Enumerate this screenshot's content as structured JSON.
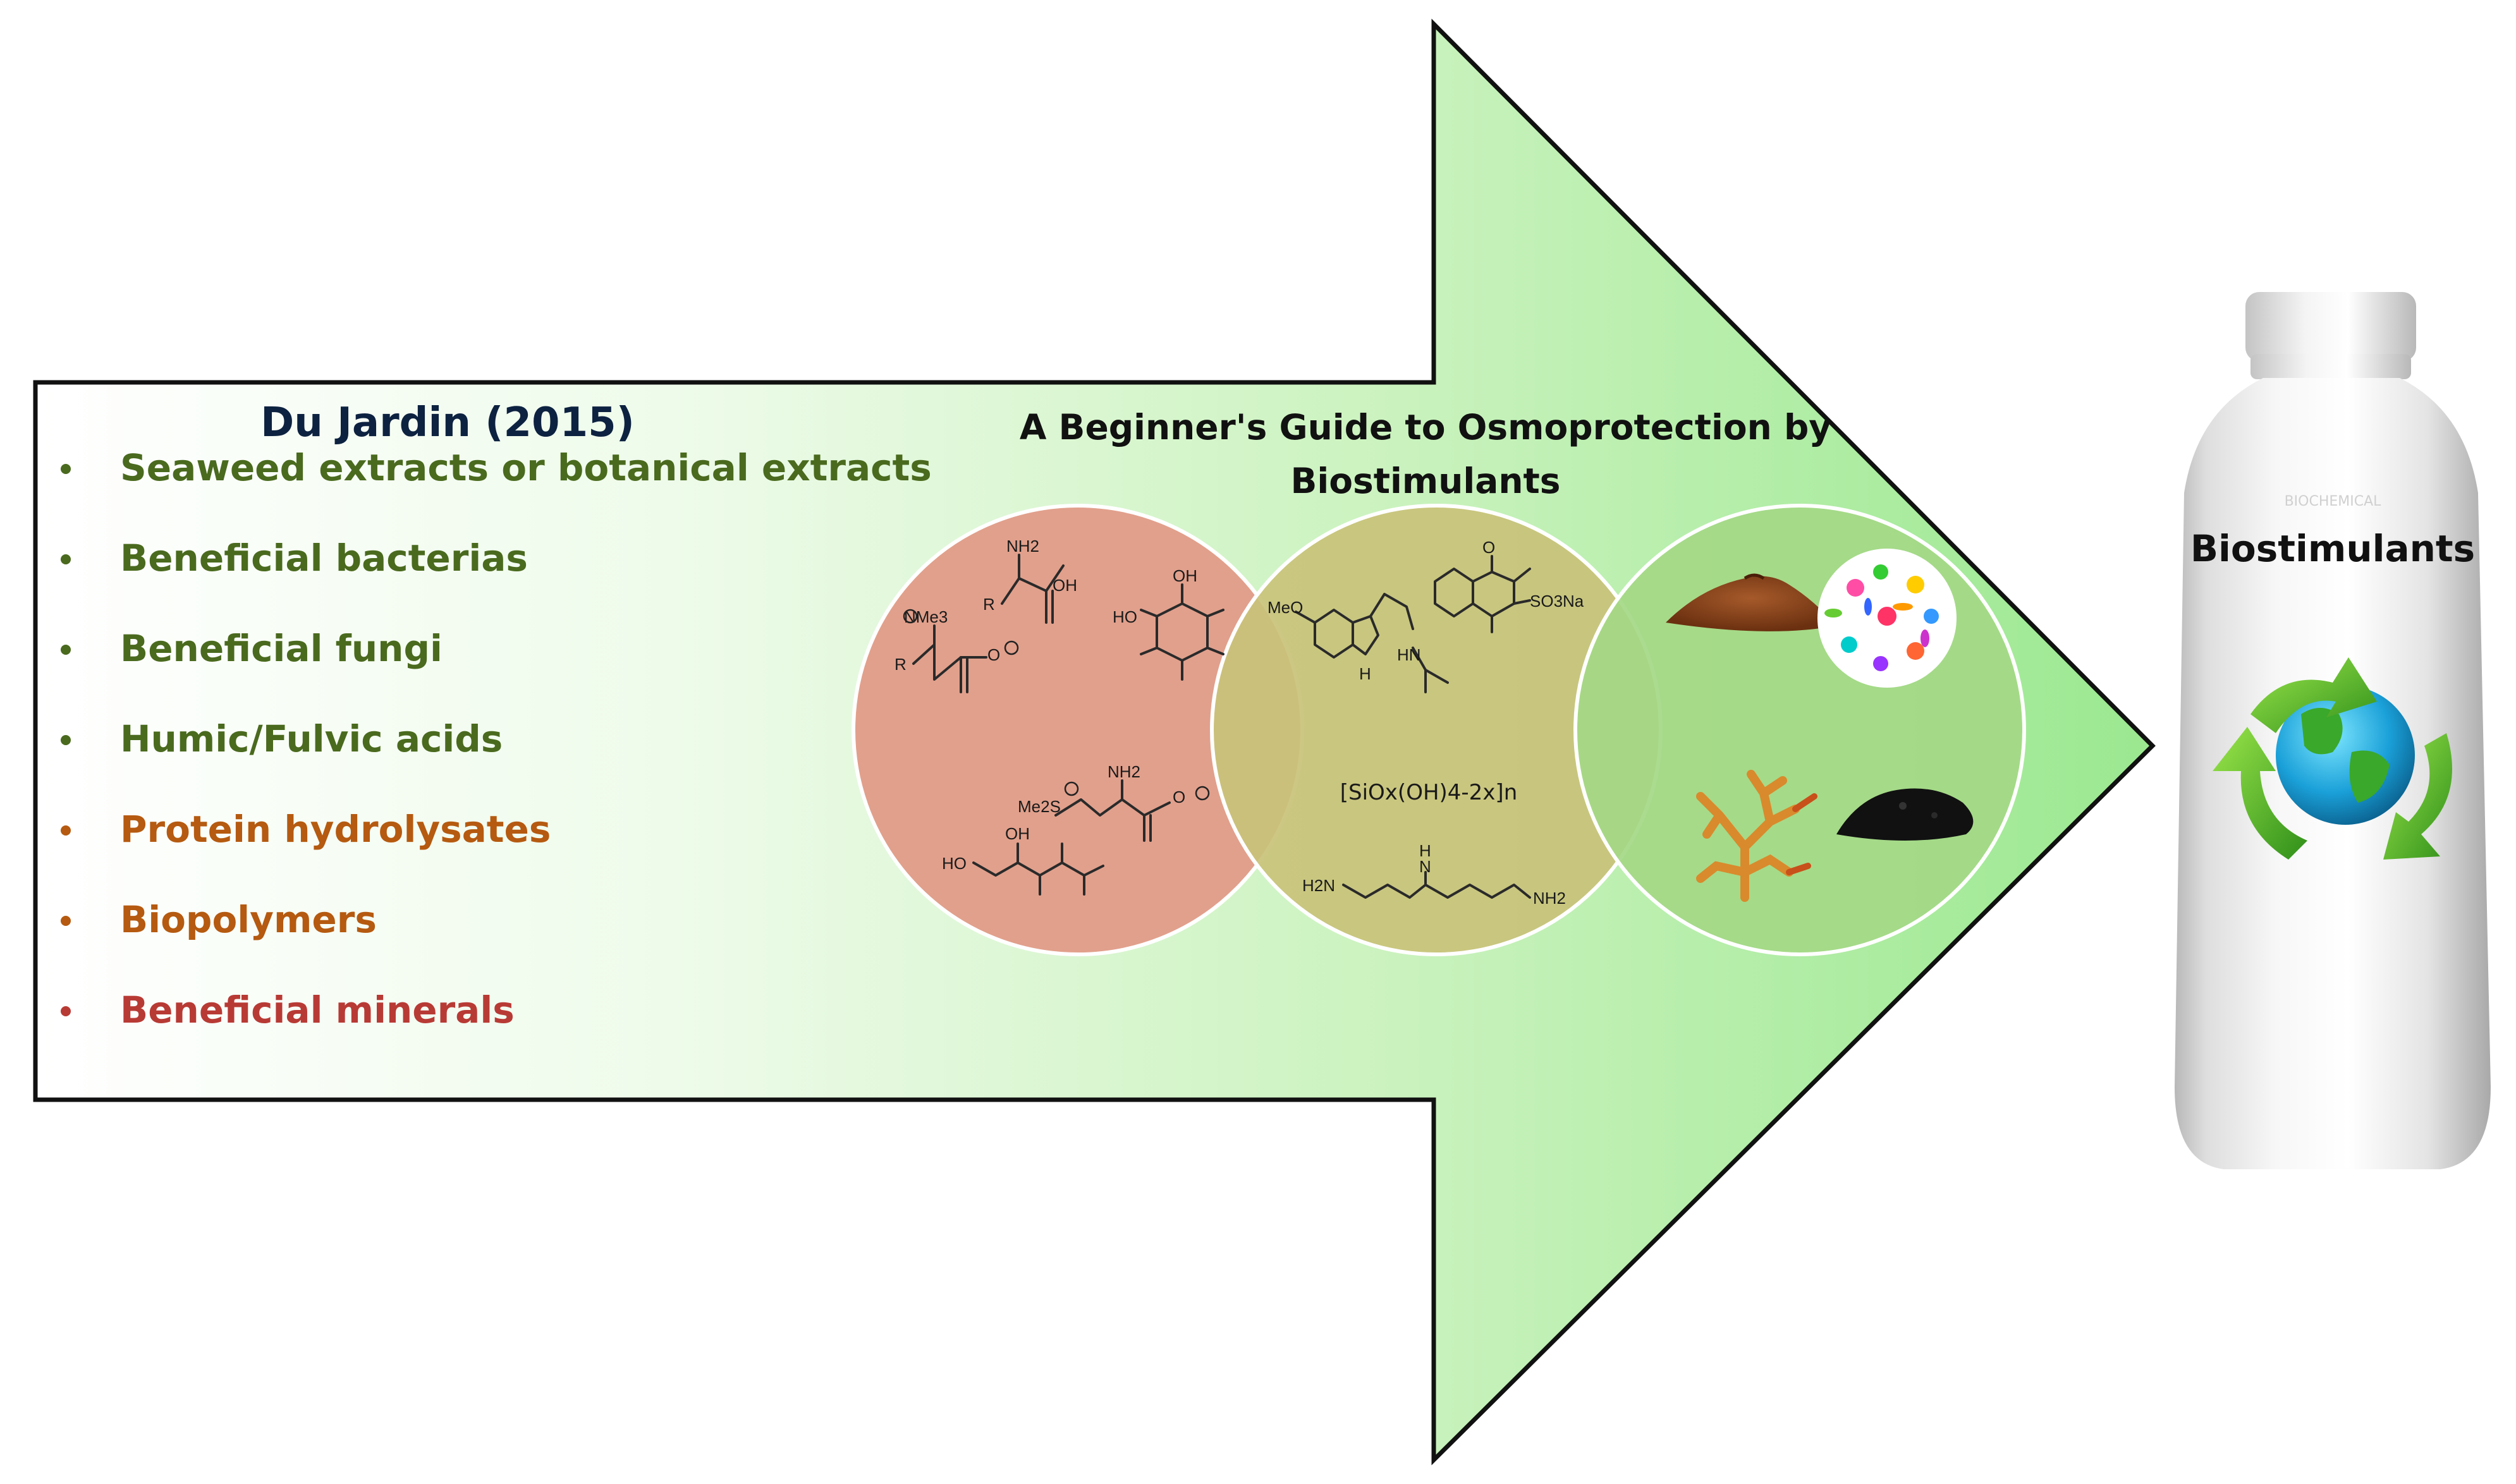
{
  "colors": {
    "arrow_fill_start": "#ffffff",
    "arrow_fill_end": "#9be890",
    "arrow_stroke": "#111111",
    "heading": "#0d2240",
    "green_text": "#4a6a1e",
    "orange_text": "#b55a10",
    "red_text": "#b83a35",
    "circle_red": "#e1a08c",
    "circle_olive": "#c9c279",
    "circle_green": "#a4d886"
  },
  "source_heading": "Du Jardin (2015)",
  "categories": [
    {
      "label": "Seaweed extracts or botanical extracts",
      "tone": "green"
    },
    {
      "label": "Beneficial bacterias",
      "tone": "green"
    },
    {
      "label": "Beneficial fungi",
      "tone": "green"
    },
    {
      "label": "Humic/Fulvic acids",
      "tone": "green"
    },
    {
      "label": "Protein hydrolysates",
      "tone": "orange"
    },
    {
      "label": "Biopolymers",
      "tone": "orange"
    },
    {
      "label": "Beneficial minerals",
      "tone": "red"
    }
  ],
  "guide_title_line1": "A Beginner's Guide to Osmoprotection by",
  "guide_title_line2": "Biostimulants",
  "chem_labels": {
    "nh2_a": "NH2",
    "oh_a": "OH",
    "r_a": "R",
    "nme3": "NMe3",
    "r_b": "R",
    "o_b": "O",
    "oh_inositol": "OH",
    "ho_inositol": "HO",
    "nh2_b": "NH2",
    "me2s": "Me2S",
    "o_c": "O",
    "ho_sugar": "HO",
    "oh_sugar": "OH",
    "meo": "MeO",
    "nh": "H",
    "hn": "HN",
    "so3na": "SO3Na",
    "o_naph": "O",
    "silica": "[SiOx(OH)4-2x]n",
    "h2n": "H2N",
    "nh_amine": "N",
    "nh_h": "H",
    "nh2_c": "NH2"
  },
  "product_label": "Biostimulants",
  "bottle_faint_text": "BIOCHEMICAL"
}
